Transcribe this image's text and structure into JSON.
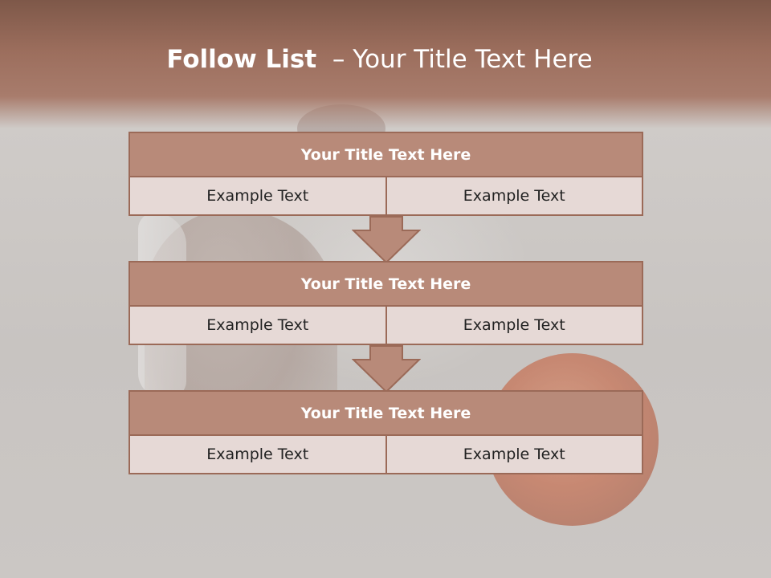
{
  "slide": {
    "title_bold": "Follow List",
    "title_rest": "– Your Title Text Here"
  },
  "steps": [
    {
      "title": "Your Title Text Here",
      "left": "Example Text",
      "right": "Example Text"
    },
    {
      "title": "Your Title Text Here",
      "left": "Example Text",
      "right": "Example Text"
    },
    {
      "title": "Your Title Text Here",
      "left": "Example Text",
      "right": "Example Text"
    }
  ],
  "colors": {
    "header": "#9c6e5d",
    "block_title": "#b88a79",
    "block_cell": "#e6d9d6",
    "border": "#9b6a58",
    "arrow": "#b88a79"
  }
}
